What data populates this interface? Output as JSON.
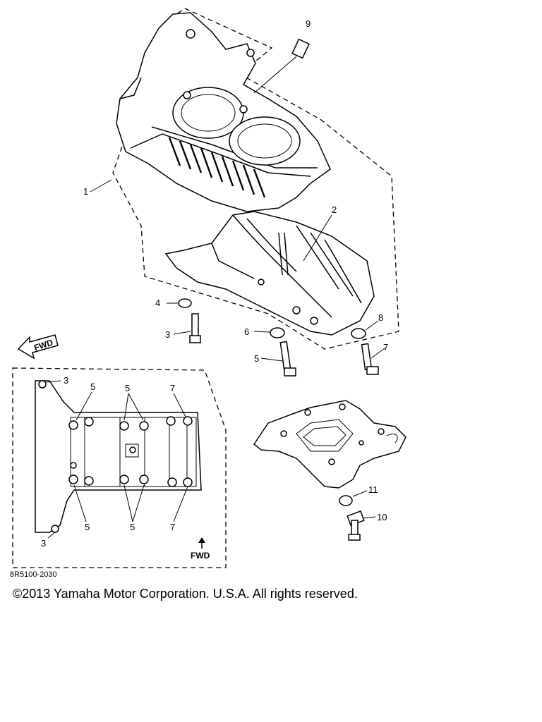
{
  "diagram": {
    "callouts": {
      "c1": "1",
      "c2": "2",
      "c3": "3",
      "c4": "4",
      "c5": "5",
      "c6": "6",
      "c7": "7",
      "c8": "8",
      "c9": "9",
      "c10": "10",
      "c11": "11"
    },
    "inset_callouts": {
      "i3a": "3",
      "i5a": "5",
      "i5b": "5",
      "i7a": "7",
      "i5c": "5",
      "i5d": "5",
      "i7b": "7",
      "i3b": "3"
    },
    "fwd_arrow_label": "FWD",
    "inset_fwd_label": "FWD",
    "drawing_code": "8R5100-2030"
  },
  "footer": {
    "copyright": "©2013 Yamaha Motor Corporation. U.S.A. All rights reserved."
  }
}
